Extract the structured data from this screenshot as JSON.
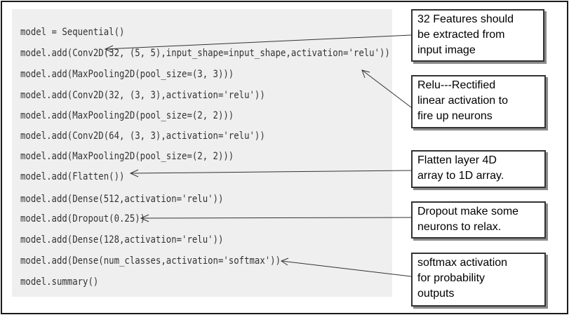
{
  "code_lines": [
    "model = Sequential()",
    "model.add(Conv2D(32, (5, 5),input_shape=input_shape,activation='relu'))",
    "model.add(MaxPooling2D(pool_size=(3, 3)))",
    "model.add(Conv2D(32, (3, 3),activation='relu'))",
    "model.add(MaxPooling2D(pool_size=(2, 2)))",
    "model.add(Conv2D(64, (3, 3),activation='relu'))",
    "model.add(MaxPooling2D(pool_size=(2, 2)))",
    "model.add(Flatten())",
    "model.add(Dense(512,activation='relu'))",
    "model.add(Dropout(0.25))",
    "model.add(Dense(128,activation='relu'))",
    "model.add(Dense(num_classes,activation='softmax'))",
    "model.summary()"
  ],
  "annotations": [
    {
      "id": "features",
      "lines": [
        "32 Features should",
        "be extracted from",
        "input image"
      ]
    },
    {
      "id": "relu",
      "lines": [
        "Relu---Rectified",
        "linear activation to",
        "fire up neurons"
      ]
    },
    {
      "id": "flatten",
      "lines": [
        "Flatten layer 4D",
        "array to 1D array."
      ]
    },
    {
      "id": "dropout",
      "lines": [
        "Dropout  make some",
        "neurons to relax."
      ]
    },
    {
      "id": "softmax",
      "lines": [
        "softmax activation",
        "for probability",
        "outputs"
      ]
    }
  ]
}
